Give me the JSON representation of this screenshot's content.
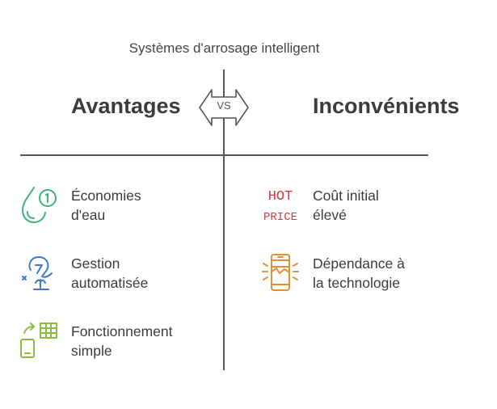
{
  "title": "Systèmes d'arrosage intelligent",
  "left": {
    "heading": "Avantages",
    "items": [
      {
        "line1": "Économies",
        "line2": "d'eau",
        "icon": "water-drop-coin-icon",
        "color": "#3db37a"
      },
      {
        "line1": "Gestion",
        "line2": "automatisée",
        "icon": "robot-watering-icon",
        "color": "#3f78c9"
      },
      {
        "line1": "Fonctionnement",
        "line2": "simple",
        "icon": "phone-grid-icon",
        "color": "#8dbb3e"
      }
    ]
  },
  "right": {
    "heading": "Inconvénients",
    "items": [
      {
        "line1": "Coût initial",
        "line2": "élevé",
        "icon": "hot-price-icon",
        "color": "#d9353d",
        "icon_text_1": "HOT",
        "icon_text_2": "PRICE"
      },
      {
        "line1": "Dépendance à",
        "line2": "la technologie",
        "icon": "broken-phone-icon",
        "color": "#e0922e"
      }
    ]
  },
  "vs_label": "VS"
}
